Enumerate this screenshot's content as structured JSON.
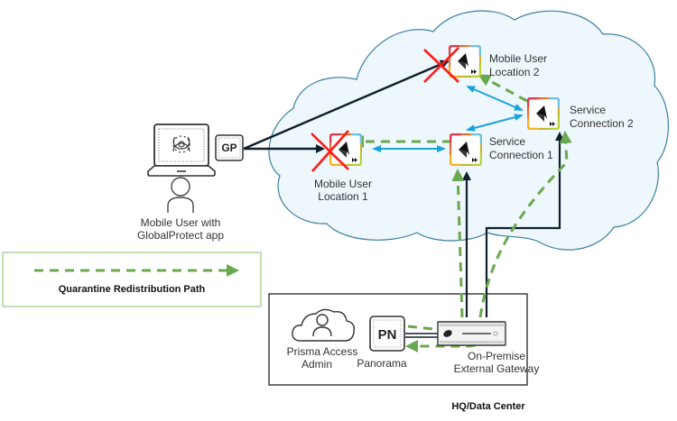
{
  "diagram": {
    "nodes": {
      "mobile_user": {
        "label_line1": "Mobile User with",
        "label_line2": "GlobalProtect app",
        "icon": "laptop-biohazard-icon"
      },
      "gp_badge": {
        "label": "GP"
      },
      "mu_location_1": {
        "label_line1": "Mobile User",
        "label_line2": "Location 1",
        "status": "quarantined"
      },
      "mu_location_2": {
        "label_line1": "Mobile User",
        "label_line2": "Location 2",
        "status": "quarantined"
      },
      "service_connection_1": {
        "label_line1": "Service",
        "label_line2": "Connection 1"
      },
      "service_connection_2": {
        "label_line1": "Service",
        "label_line2": "Connection 2"
      },
      "prisma_admin": {
        "label_line1": "Prisma Access",
        "label_line2": "Admin"
      },
      "panorama": {
        "badge": "PN",
        "label": "Panorama"
      },
      "external_gateway": {
        "label_line1": "On-Premise",
        "label_line2": "External Gateway"
      }
    },
    "hq_box": {
      "label": "HQ/Data Center"
    },
    "legend": {
      "label": "Quarantine Redistribution Path"
    },
    "colors": {
      "quarantine_path": "#6aa84f",
      "tunnel": "#1aa3d9",
      "connection": "#0f1f2b",
      "blocked_x": "#ff1a1a",
      "cloud_fill": "#eef7fc",
      "cloud_stroke": "#3b7fa3"
    }
  }
}
